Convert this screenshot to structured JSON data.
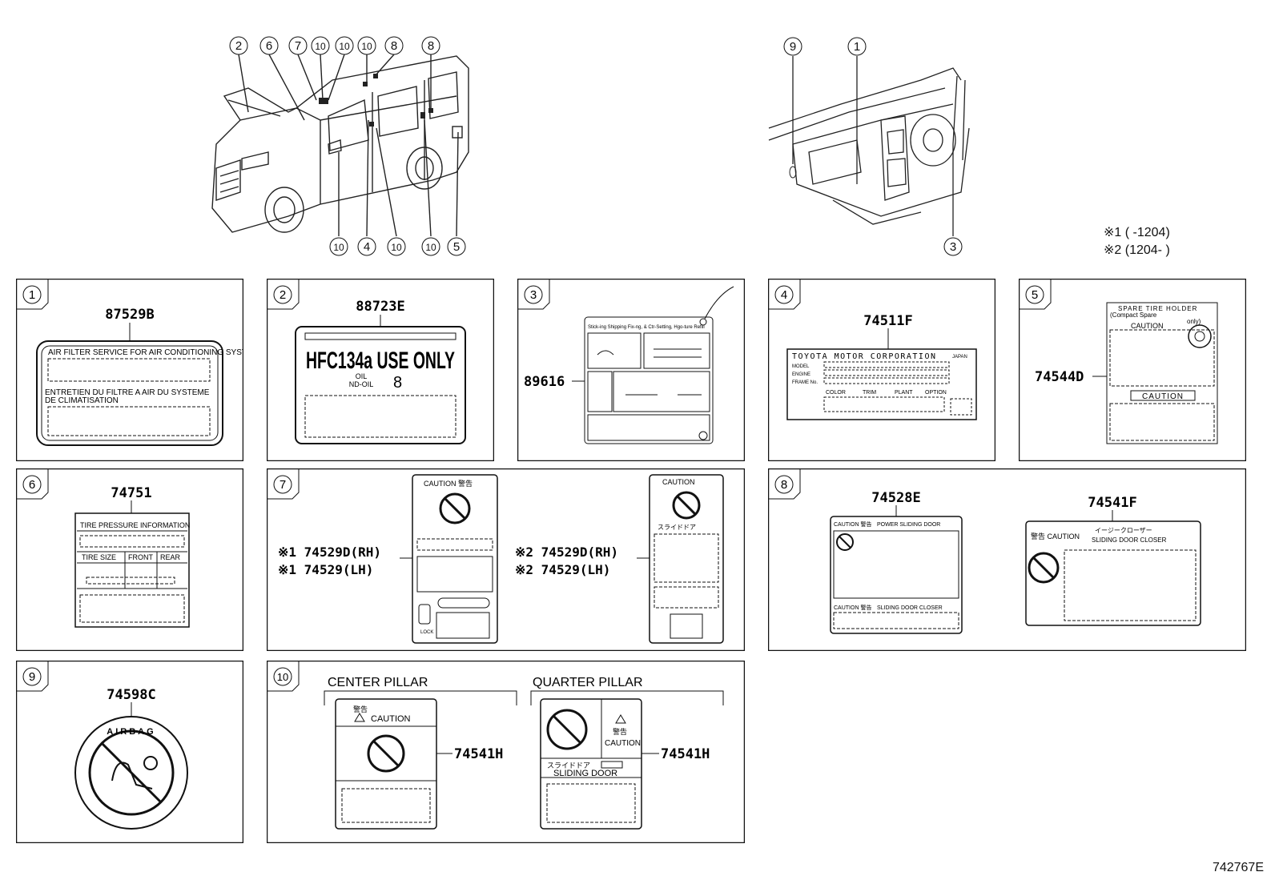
{
  "callouts": [
    "1",
    "2",
    "3",
    "4",
    "5",
    "6",
    "7",
    "8",
    "9",
    "10"
  ],
  "notes": {
    "note1": "※1 (      -1204)",
    "note2": "※2 (1204-      )"
  },
  "panels": {
    "p1": {
      "num": "1",
      "part": "87529B",
      "line1": "AIR FILTER SERVICE FOR AIR CONDITIONING SYSTEM",
      "line2": "ENTRETIEN DU FILTRE A AIR DU SYSTEME",
      "line3": "DE CLIMATISATION"
    },
    "p2": {
      "num": "2",
      "part": "88723E",
      "big": "HFC134a USE ONLY",
      "oil": "OIL",
      "oil2": "ND-OIL",
      "oilnum": "8"
    },
    "p3": {
      "num": "3",
      "part": "89616",
      "top": "Stick-ing Shipping Fix-ng, & Ctr-Setting, Hgo-ture Refill"
    },
    "p4": {
      "num": "4",
      "part": "74511F",
      "maker": "TOYOTA MOTOR CORPORATION",
      "japan": "JAPAN",
      "model": "MODEL",
      "engine": "ENGINE",
      "frame": "FRAME No.",
      "color": "COLOR",
      "trim": "TRIM",
      "plant": "PLANT",
      "option": "OPTION"
    },
    "p5": {
      "num": "5",
      "part": "74544D",
      "t1": "SPARE TIRE HOLDER",
      "t2": "(Compact Spare",
      "t3": "only)",
      "caution": "CAUTION"
    },
    "p6": {
      "num": "6",
      "part": "74751",
      "title": "TIRE PRESSURE INFORMATION",
      "size": "TIRE SIZE",
      "front": "FRONT",
      "rear": "REAR"
    },
    "p7": {
      "num": "7",
      "l1": "※1 74529D(RH)",
      "l2": "※1 74529(LH)",
      "l3": "※2 74529D(RH)",
      "l4": "※2 74529(LH)",
      "caution": "CAUTION 警告",
      "caution2": "CAUTION",
      "slide": "スライドドア",
      "lock": "LOCK"
    },
    "p8": {
      "num": "8",
      "partA": "74528E",
      "partB": "74541F",
      "pwr": "POWER SLIDING DOOR",
      "closer": "SLIDING DOOR CLOSER",
      "cautionA": "CAUTION 警告",
      "cautionB": "警告 CAUTION",
      "easy": "イージークローザー"
    },
    "p9": {
      "num": "9",
      "part": "74598C",
      "airbag": "AIRBAG"
    },
    "p10": {
      "num": "10",
      "center": "CENTER PILLAR",
      "quarter": "QUARTER PILLAR",
      "part1": "74541H",
      "part2": "74541H",
      "kei": "警告",
      "caution": "CAUTION",
      "slideJp": "スライドドア",
      "slideEn": "SLIDING DOOR"
    }
  },
  "footer": "742767E"
}
